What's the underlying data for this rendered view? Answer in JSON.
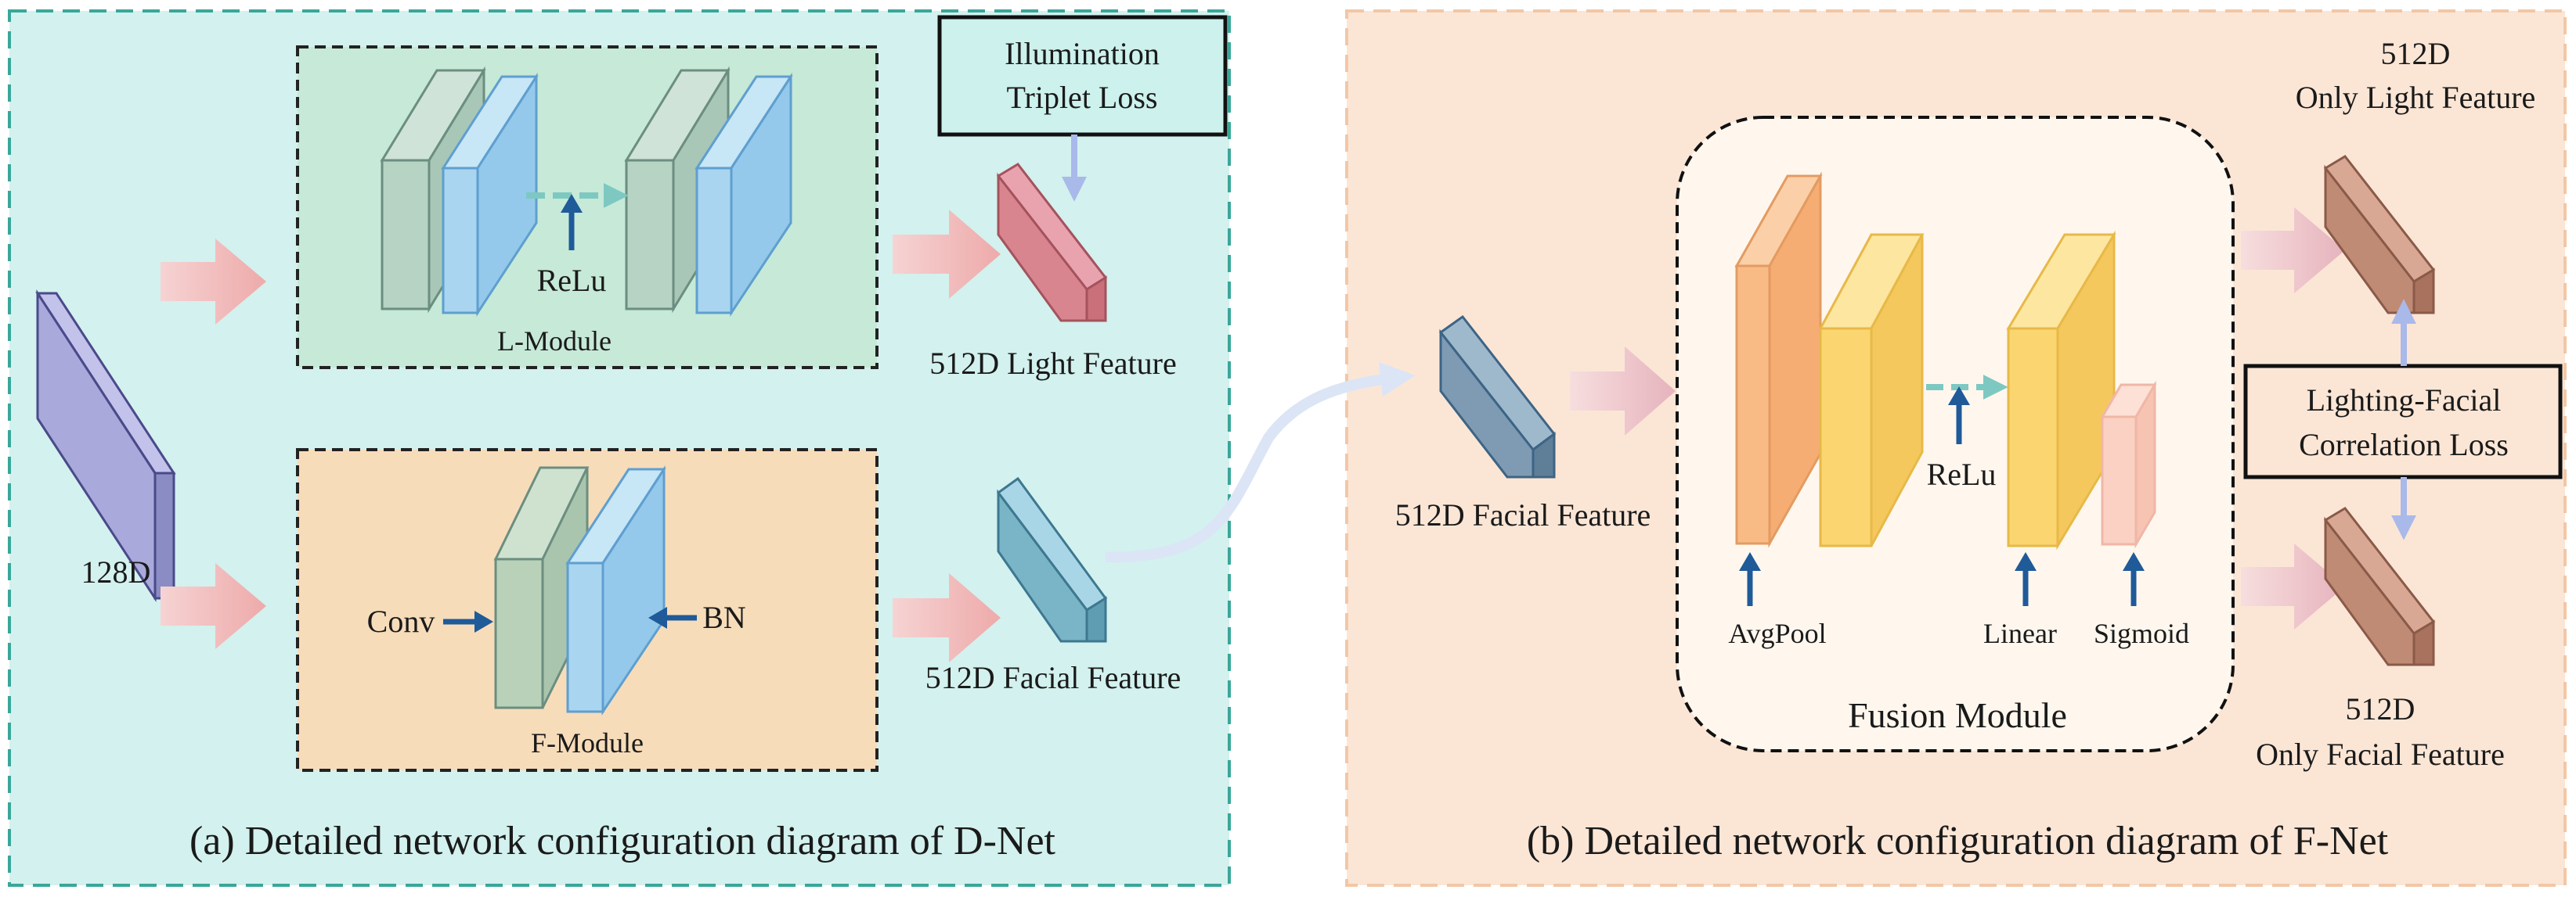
{
  "panel_a": {
    "caption": "(a) Detailed network configuration diagram of D-Net",
    "input_label": "128D",
    "loss_label_line1": "Illumination",
    "loss_label_line2": "Triplet Loss",
    "l_module": {
      "name": "L-Module",
      "activation": "ReLu"
    },
    "f_module": {
      "name": "F-Module",
      "conv": "Conv",
      "bn": "BN"
    },
    "light_output": "512D Light Feature",
    "facial_output": "512D Facial Feature"
  },
  "panel_b": {
    "caption": "(b) Detailed network configuration diagram of F-Net",
    "input_label": "512D Facial Feature",
    "fusion_module": {
      "name": "Fusion Module",
      "avgpool": "AvgPool",
      "activation": "ReLu",
      "linear": "Linear",
      "sigmoid": "Sigmoid"
    },
    "light_out_line1": "512D",
    "light_out_line2": "Only Light Feature",
    "facial_out_line1": "512D",
    "facial_out_line2": "Only Facial  Feature",
    "loss_label_line1": "Lighting-Facial",
    "loss_label_line2": "Correlation Loss"
  },
  "colors": {
    "panel_a_bg": "#d3f1ee",
    "panel_a_border": "#3aa79a",
    "panel_b_bg": "#fbe6d6",
    "panel_b_border": "#f2c7a6",
    "l_module_bg": "#c6e9d8",
    "f_module_bg": "#f7dcba",
    "arrow_pink": "#f1b7b7",
    "arrow_blue": "#1f5a99"
  }
}
